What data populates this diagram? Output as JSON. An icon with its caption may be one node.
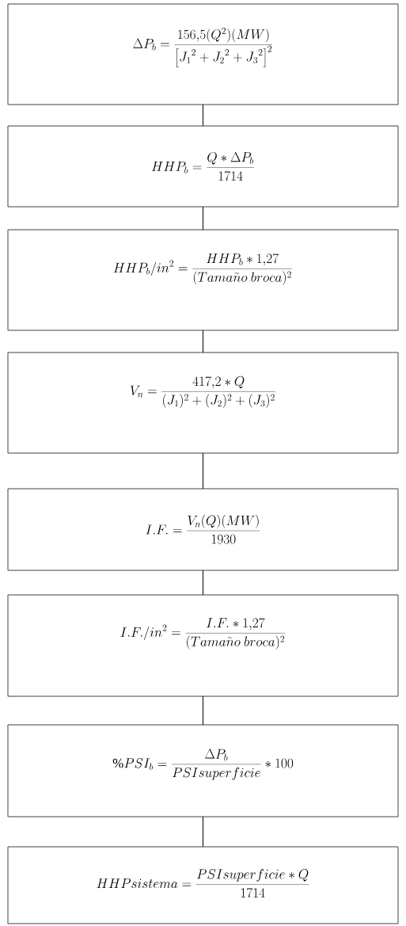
{
  "diagram": {
    "nodes": [
      {
        "text": [
          "\\Delta P_b = \\frac{156{,}5(Q^2)(MW)}{\\left[{J_1}^2+{J_2}^2+{J_3}^2\\right]^2}"
        ]
      },
      {
        "text": [
          "HHP_b = \\frac{Q * \\Delta P_b}{1714}"
        ]
      },
      {
        "text": [
          "HHP_b/in^2 = \\frac{HHP_b * 1{,}27}{(Tama\\tilde{n}o\\ broca)^2}"
        ]
      },
      {
        "text": [
          "V_n = \\frac{417{,}2 * Q}{(J_1)^2+(J_2)^2+(J_3)^2}"
        ]
      },
      {
        "text": [
          "I.F. = \\frac{V_n(Q)(MW)}{1930}"
        ]
      },
      {
        "text": [
          "I.F./in^2 = \\frac{I.F. * 1{,}27}{(Tama\\tilde{n}o\\ broca)^2}"
        ]
      },
      {
        "text": [
          "\\%PSI_b = \\frac{\\Delta P_b}{PSIsuperficie} * 100"
        ]
      },
      {
        "text": [
          "HHPsistema = \\frac{PSIsuperficie * Q}{1714}"
        ]
      }
    ],
    "edges": [
      {
        "from": 0,
        "to": 1,
        "arrow": "none"
      },
      {
        "from": 1,
        "to": 2,
        "arrow": "none"
      },
      {
        "from": 2,
        "to": 3,
        "arrow": "none"
      },
      {
        "from": 3,
        "to": 4,
        "arrow": "none"
      },
      {
        "from": 4,
        "to": 5,
        "arrow": "none"
      },
      {
        "from": 5,
        "to": 6,
        "arrow": "none"
      },
      {
        "from": 6,
        "to": 7,
        "arrow": "none"
      }
    ]
  }
}
